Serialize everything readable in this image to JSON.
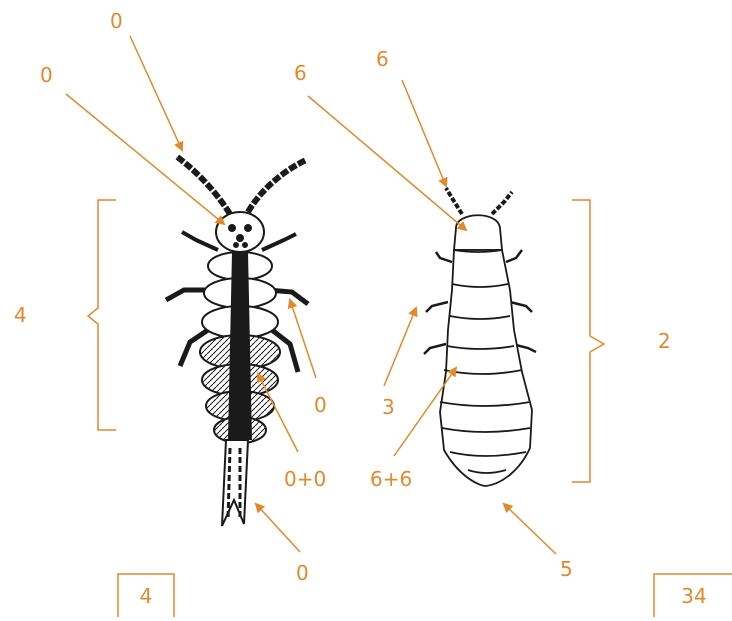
{
  "colors": {
    "accent": "#e3892b",
    "ink": "#1a1a1a",
    "background": "#ffffff"
  },
  "labels": {
    "left_antenna_top": "0",
    "left_head": "0",
    "left_body_bracket": "4",
    "left_leg": "0",
    "left_abdomen": "0+0",
    "left_tail": "0",
    "left_box": "4",
    "right_head": "6",
    "right_antenna": "6",
    "right_body_bracket": "2",
    "right_leg": "3",
    "right_abdomen": "6+6",
    "right_tail": "5",
    "right_box": "34"
  }
}
